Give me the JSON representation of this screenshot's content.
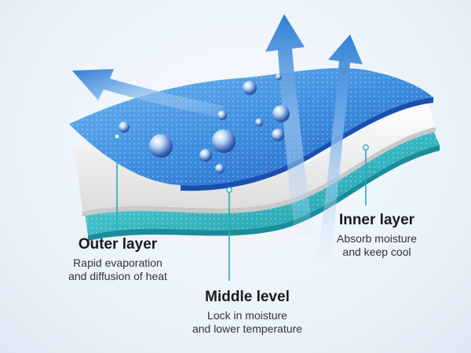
{
  "layers": {
    "outer": {
      "title": "Outer layer",
      "line1": "Rapid evaporation",
      "line2": "and diffusion of heat"
    },
    "middle": {
      "title": "Middle level",
      "line1": "Lock in moisture",
      "line2": "and lower temperature"
    },
    "inner": {
      "title": "Inner layer",
      "line1": "Absorb moisture",
      "line2": "and keep cool"
    }
  },
  "colors": {
    "outer_fabric": "#3f8fe0",
    "middle_fabric": "#f2f2f2",
    "inner_fabric": "#3bbcc6",
    "arrow": "#2f7fd4",
    "callout_line": "#2aaab8"
  },
  "icons": {
    "airflow": "arrow-icon",
    "water": "water-droplet-icon"
  }
}
